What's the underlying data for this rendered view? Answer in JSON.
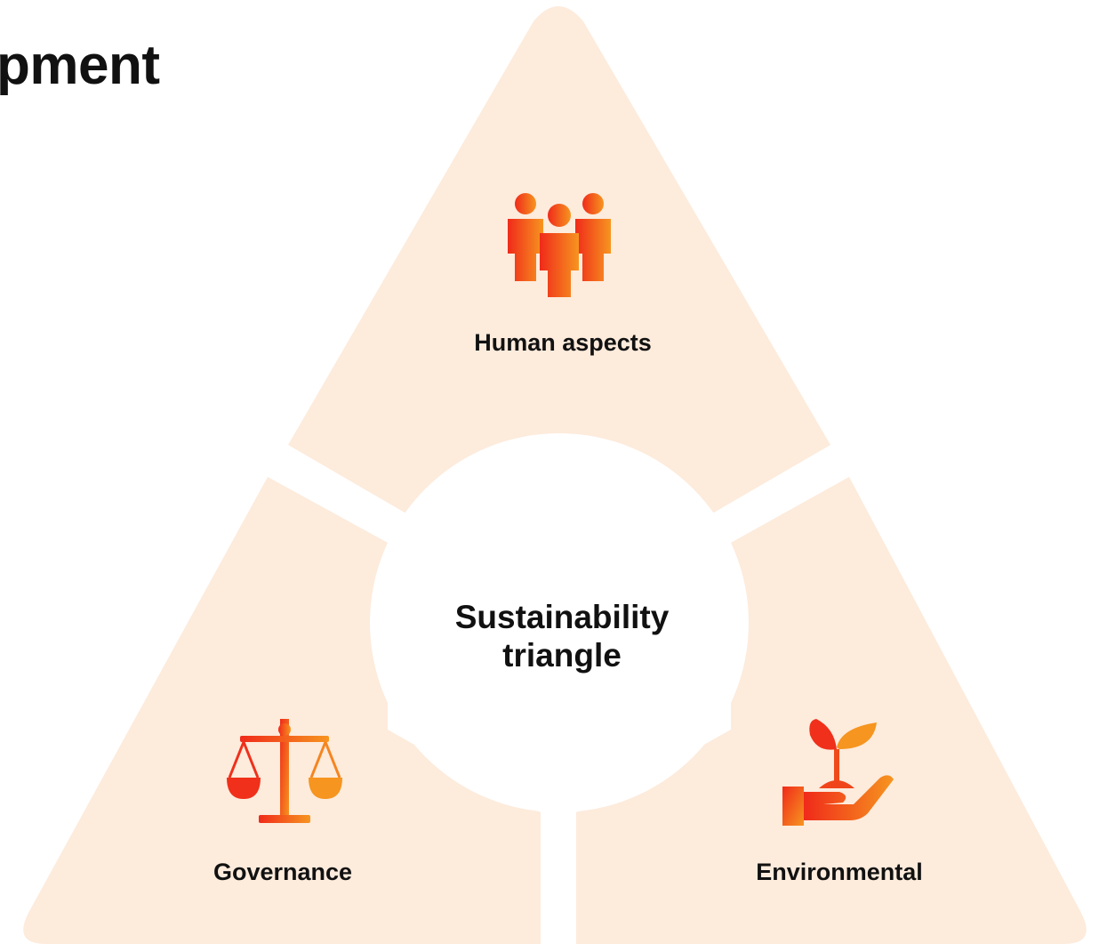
{
  "heading": {
    "text": "pment"
  },
  "diagram": {
    "center_label": {
      "line1": "Sustainability",
      "line2": "triangle"
    },
    "segments": [
      {
        "id": "human",
        "label": "Human aspects",
        "icon": "people-icon"
      },
      {
        "id": "governance",
        "label": "Governance",
        "icon": "scales-icon"
      },
      {
        "id": "environmental",
        "label": "Environmental",
        "icon": "plant-in-hand-icon"
      }
    ]
  },
  "colors": {
    "segment_fill": "#FDEBDC",
    "icon_gradient_start": "#F02A1A",
    "icon_gradient_end": "#F6951F",
    "text": "#111111",
    "background": "#FFFFFF"
  }
}
